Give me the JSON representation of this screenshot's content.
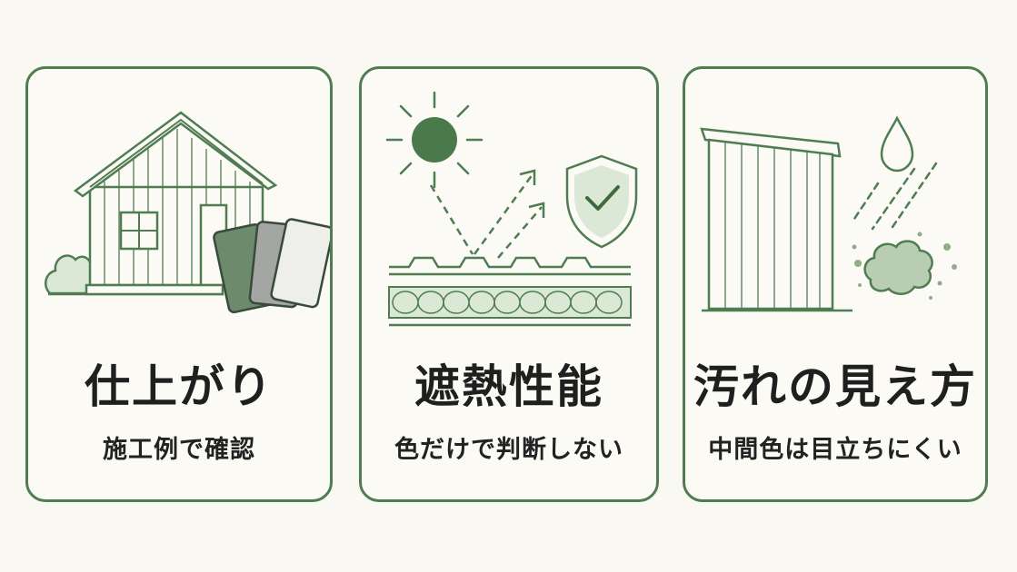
{
  "colors": {
    "accent": "#4f7c51",
    "accent_light": "#dce8d6",
    "background": "#f9f8f2",
    "text": "#1f1f1f"
  },
  "cards": [
    {
      "title": "仕上がり",
      "subtitle": "施工例で確認",
      "icon": "house-with-color-samples-icon"
    },
    {
      "title": "遮熱性能",
      "subtitle": "色だけで判断しない",
      "icon": "sun-reflection-roof-shield-icon"
    },
    {
      "title": "汚れの見え方",
      "subtitle": "中間色は目立ちにくい",
      "icon": "shed-wall-rain-dirt-icon"
    }
  ]
}
